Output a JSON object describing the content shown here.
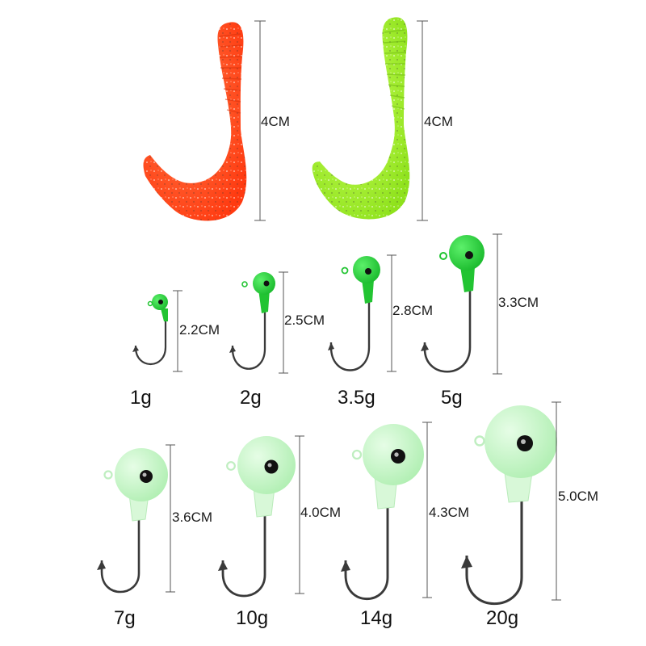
{
  "colors": {
    "worm_orange": "#ff4a1c",
    "worm_green": "#a6f02e",
    "jig_green": "#2fd83c",
    "jig_glow": "#c4f5c4",
    "hook_metal": "#3a3a3a",
    "dim_line": "#555555"
  },
  "worms": [
    {
      "color": "orange",
      "size_label": "4CM"
    },
    {
      "color": "green",
      "size_label": "4CM"
    }
  ],
  "jigs_small": [
    {
      "weight": "1g",
      "size_label": "2.2CM"
    },
    {
      "weight": "2g",
      "size_label": "2.5CM"
    },
    {
      "weight": "3.5g",
      "size_label": "2.8CM"
    },
    {
      "weight": "5g",
      "size_label": "3.3CM"
    }
  ],
  "jigs_large": [
    {
      "weight": "7g",
      "size_label": "3.6CM"
    },
    {
      "weight": "10g",
      "size_label": "4.0CM"
    },
    {
      "weight": "14g",
      "size_label": "4.3CM"
    },
    {
      "weight": "20g",
      "size_label": "5.0CM"
    }
  ]
}
